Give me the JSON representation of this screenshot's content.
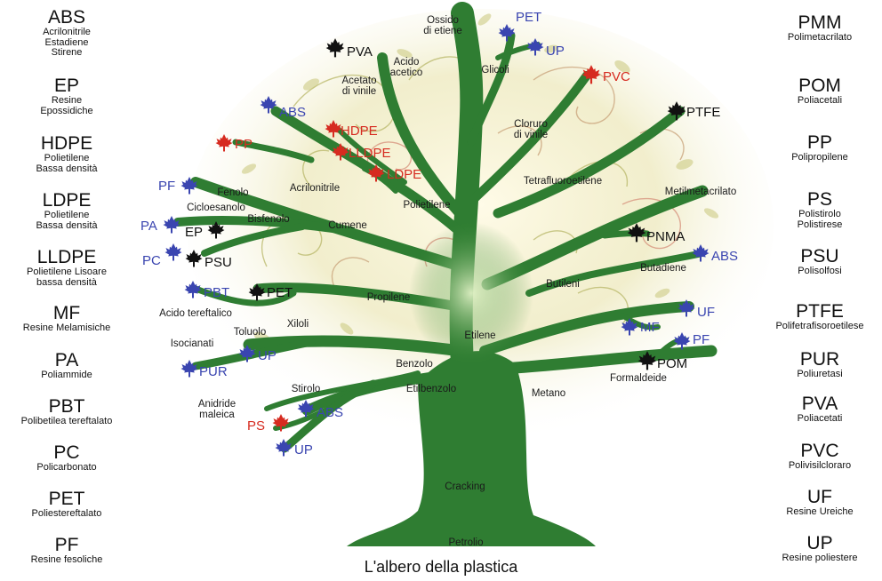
{
  "caption": "L'albero della plastica",
  "legend_left": [
    {
      "abbr": "ABS",
      "desc": "Acrilonitrile\nEstadiene\nStirene"
    },
    {
      "abbr": "EP",
      "desc": "Resine\nEpossidiche"
    },
    {
      "abbr": "HDPE",
      "desc": "Polietilene\nBassa densità"
    },
    {
      "abbr": "LDPE",
      "desc": "Polietilene\nBassa densità"
    },
    {
      "abbr": "LLDPE",
      "desc": "Polietilene Lisoare\nbassa densità"
    },
    {
      "abbr": "MF",
      "desc": "Resine Melamisiche"
    },
    {
      "abbr": "PA",
      "desc": "Poliammide"
    },
    {
      "abbr": "PBT",
      "desc": "Polibetilea tereftalato"
    },
    {
      "abbr": "PC",
      "desc": "Policarbonato"
    },
    {
      "abbr": "PET",
      "desc": "Poliestereftalato"
    },
    {
      "abbr": "PF",
      "desc": "Resine fesoliche"
    }
  ],
  "legend_right": [
    {
      "abbr": "PMM",
      "desc": "Polimetacrilato"
    },
    {
      "abbr": "POM",
      "desc": "Poliacetali"
    },
    {
      "abbr": "PP",
      "desc": "Polipropilene"
    },
    {
      "abbr": "PS",
      "desc": "Polistirolo\nPolistirese"
    },
    {
      "abbr": "PSU",
      "desc": "Polisolfosi"
    },
    {
      "abbr": "PTFE",
      "desc": "Polifetrafisoroetilese"
    },
    {
      "abbr": "PUR",
      "desc": "Poliuretasi"
    },
    {
      "abbr": "PVA",
      "desc": "Poliacetati"
    },
    {
      "abbr": "PVC",
      "desc": "Polivisilcloraro"
    },
    {
      "abbr": "UF",
      "desc": "Resine Ureiche"
    },
    {
      "abbr": "UP",
      "desc": "Resine poliestere"
    }
  ],
  "colors": {
    "blue": "#3a45b0",
    "red": "#d62b20",
    "black": "#111111",
    "trunk": "#2f7d32"
  },
  "leaf_icon": "maple-leaf-icon",
  "branches": [
    "Ossido\ndi etiene",
    "Acido\nacetico",
    "Acetato\ndi vinile",
    "Glicoli",
    "Cloruro\ndi vinile",
    "Tetrafluoroetilene",
    "Metilmetacrilato",
    "Butadiene",
    "Butileni",
    "Polietilene",
    "Acrilonitrile",
    "Fenolo",
    "Cicloesanolo",
    "Bisfenolo",
    "Cumene",
    "Propilene",
    "Acido tereftalico",
    "Xiloli",
    "Toluolo",
    "Isocianati",
    "Benzolo",
    "Etilene",
    "Stirolo",
    "Anidride\nmaleica",
    "Etilbenzolo",
    "Metano",
    "Formaldeide",
    "Cracking",
    "Petrolio"
  ],
  "leaves": [
    {
      "text": "PET",
      "color": "blue"
    },
    {
      "text": "UP",
      "color": "blue"
    },
    {
      "text": "PVA",
      "color": "black"
    },
    {
      "text": "PVC",
      "color": "red"
    },
    {
      "text": "ABS",
      "color": "blue"
    },
    {
      "text": "HDPE",
      "color": "red"
    },
    {
      "text": "LLDPE",
      "color": "red"
    },
    {
      "text": "LDPE",
      "color": "red"
    },
    {
      "text": "PP",
      "color": "red"
    },
    {
      "text": "PTFE",
      "color": "black"
    },
    {
      "text": "PF",
      "color": "blue"
    },
    {
      "text": "PA",
      "color": "blue"
    },
    {
      "text": "EP",
      "color": "black"
    },
    {
      "text": "PC",
      "color": "blue"
    },
    {
      "text": "PSU",
      "color": "black"
    },
    {
      "text": "PBT",
      "color": "blue"
    },
    {
      "text": "PET",
      "color": "black"
    },
    {
      "text": "PNMA",
      "color": "black"
    },
    {
      "text": "ABS",
      "color": "blue"
    },
    {
      "text": "UF",
      "color": "blue"
    },
    {
      "text": "MF",
      "color": "blue"
    },
    {
      "text": "PF",
      "color": "blue"
    },
    {
      "text": "POM",
      "color": "black"
    },
    {
      "text": "UP",
      "color": "blue"
    },
    {
      "text": "PUR",
      "color": "blue"
    },
    {
      "text": "PS",
      "color": "red"
    },
    {
      "text": "ABS",
      "color": "blue"
    },
    {
      "text": "UP",
      "color": "blue"
    }
  ]
}
